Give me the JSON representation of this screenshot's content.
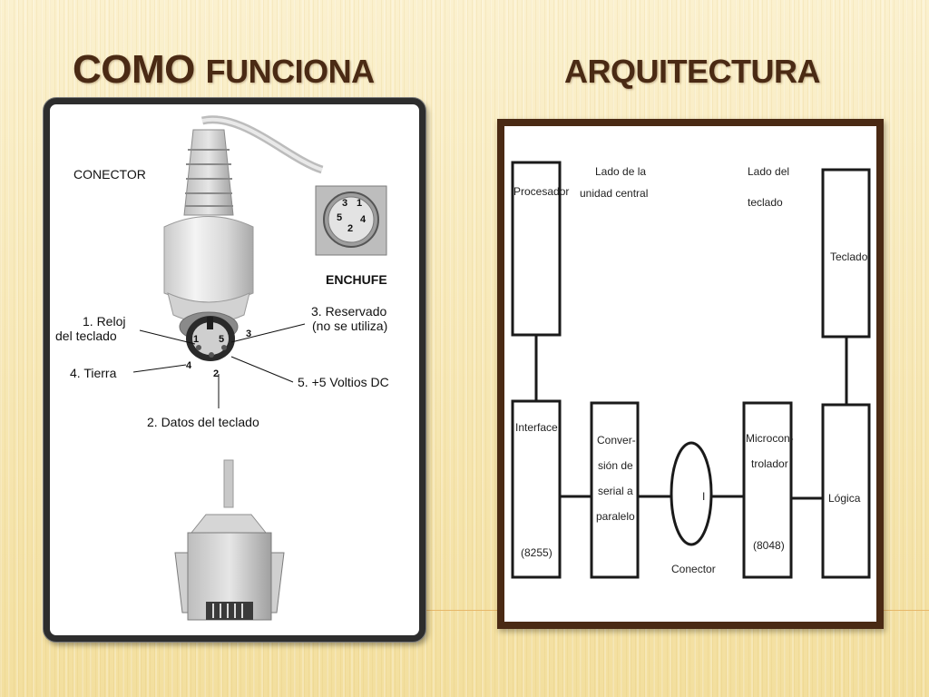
{
  "slide": {
    "title_left": [
      "COMO",
      "FUNCIONA"
    ],
    "title_right": "ARQUITECTURA"
  },
  "connector_figure": {
    "conector_label": "CONECTOR",
    "enchufe_label": "ENCHUFE",
    "socket_pins": [
      "3",
      "1",
      "5",
      "4",
      "2"
    ],
    "plug_pins": [
      "1",
      "5",
      "3",
      "4",
      "2"
    ],
    "pins": [
      {
        "line1": "1. Reloj",
        "line2": "del teclado"
      },
      {
        "line1": "2. Datos del teclado"
      },
      {
        "line1": "3. Reservado",
        "line2": "(no se utiliza)"
      },
      {
        "line1": "4. Tierra"
      },
      {
        "line1": "5. +5 Voltios DC"
      }
    ]
  },
  "architecture": {
    "side_central": [
      "Lado de la",
      "unidad central"
    ],
    "side_keyboard": [
      "Lado del",
      "teclado"
    ],
    "procesador": "Procesador",
    "teclado": "Teclado",
    "interface": [
      "Interface",
      "(8255)"
    ],
    "conversion": [
      "Conver-",
      "sión de",
      "serial a",
      "paralelo"
    ],
    "conector_circle": "I",
    "conector_label": "Conector",
    "microcontrolador": [
      "Microcon-",
      "trolador",
      "(8048)"
    ],
    "logica": "Lógica"
  },
  "colors": {
    "title": "#4a2a14",
    "frame_right": "#4a2a14",
    "frame_left": "#2d2d2d"
  }
}
